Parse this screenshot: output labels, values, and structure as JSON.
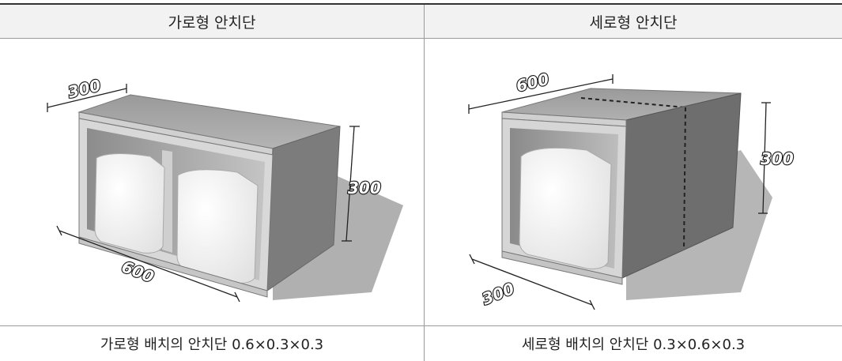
{
  "headers": {
    "left": "가로형 안치단",
    "right": "세로형 안치단"
  },
  "captions": {
    "left": "가로형 배치의 안치단 0.6×0.3×0.3",
    "right": "세로형 배치의 안치단 0.3×0.6×0.3"
  },
  "horizontal_unit": {
    "depth_label": "300",
    "height_label": "300",
    "width_label": "600"
  },
  "vertical_unit": {
    "depth_label": "600",
    "height_label": "300",
    "width_label": "300"
  }
}
